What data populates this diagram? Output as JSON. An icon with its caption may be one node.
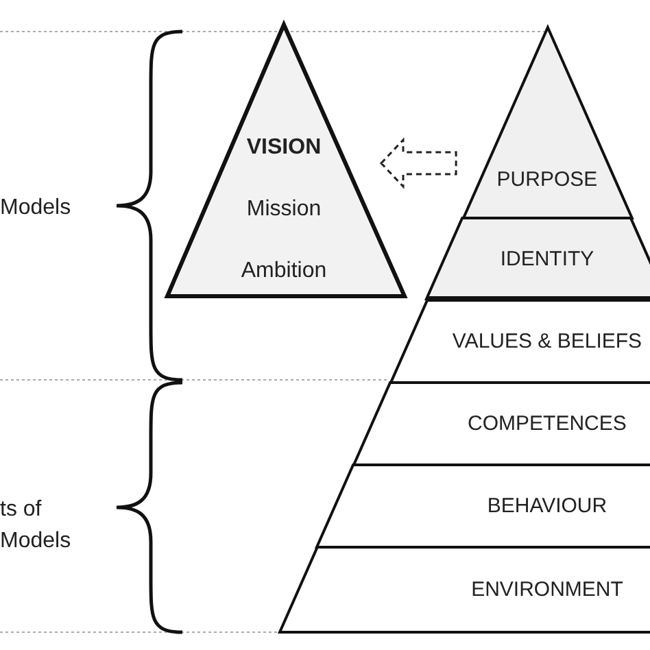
{
  "diagram": {
    "nodes": [
      {
        "text": [
          "VISION",
          "Mission",
          "Ambition"
        ]
      },
      {
        "text": [
          "PURPOSE"
        ]
      },
      {
        "text": [
          "IDENTITY"
        ]
      },
      {
        "text": [
          "VALUES & BELIEFS"
        ]
      },
      {
        "text": [
          "COMPETENCES"
        ]
      },
      {
        "text": [
          "BEHAVIOUR"
        ]
      },
      {
        "text": [
          "ENVIRONMENT"
        ]
      }
    ],
    "edges": [
      {
        "from": 1,
        "to": 0,
        "arrow": "to",
        "style": "dashed"
      }
    ],
    "labels": [
      "Models",
      "ts of Models"
    ]
  }
}
